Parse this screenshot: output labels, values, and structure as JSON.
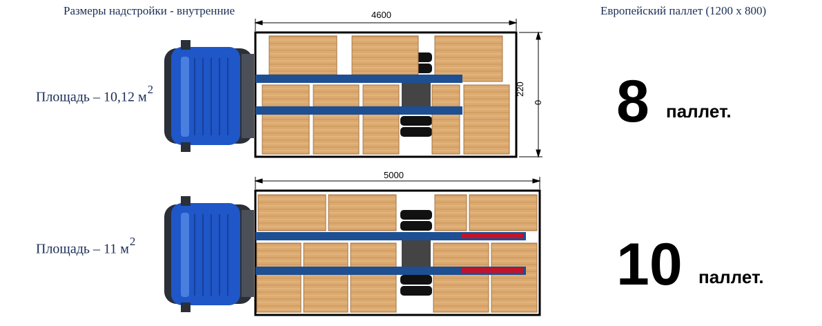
{
  "header": {
    "left_title": "Размеры надстройки - внутренние",
    "right_title": "Европейский паллет (1200 х 800)"
  },
  "variants": [
    {
      "area_label": "Площадь – 10,12 м",
      "area_exp": "2",
      "length_dim": "4600",
      "width_dim_a": "220",
      "width_dim_b": "0",
      "pallet_count": "8",
      "pallet_word": "паллет."
    },
    {
      "area_label": "Площадь – 11 м",
      "area_exp": "2",
      "length_dim": "5000",
      "pallet_count": "10",
      "pallet_word": "паллет."
    }
  ],
  "colors": {
    "truck_cab": "#1f56c8",
    "pallet_wood": "#dcaa70",
    "frame_rail": "#1d4f92",
    "rail_extension": "#c4122b",
    "outline": "#000000"
  }
}
